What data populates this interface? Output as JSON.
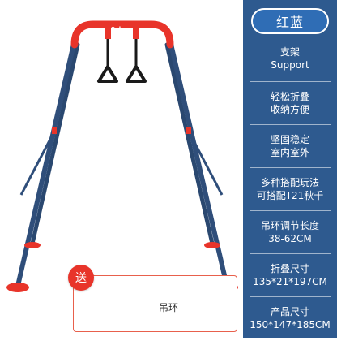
{
  "product": {
    "brand_tag": "Sebos"
  },
  "panel": {
    "color_option": "红蓝",
    "specs": [
      {
        "line1": "支架",
        "line2": "Support"
      },
      {
        "line1": "轻松折叠",
        "line2": "收纳方便"
      },
      {
        "line1": "坚固稳定",
        "line2": "室内室外"
      },
      {
        "line1": "多种搭配玩法",
        "line2": "可搭配T21秋千"
      },
      {
        "line1": "吊环调节长度",
        "line2": "38-62CM"
      },
      {
        "line1": "折叠尺寸",
        "line2": "135*21*197CM"
      },
      {
        "line1": "产品尺寸",
        "line2": "150*147*185CM"
      }
    ]
  },
  "accessory": {
    "badge": "送",
    "label": "吊环"
  },
  "colors": {
    "panel_bg": "#2e5a8f",
    "frame_blue": "#2f4e7a",
    "frame_red": "#e8342a",
    "accent_orange": "#e8604c"
  }
}
